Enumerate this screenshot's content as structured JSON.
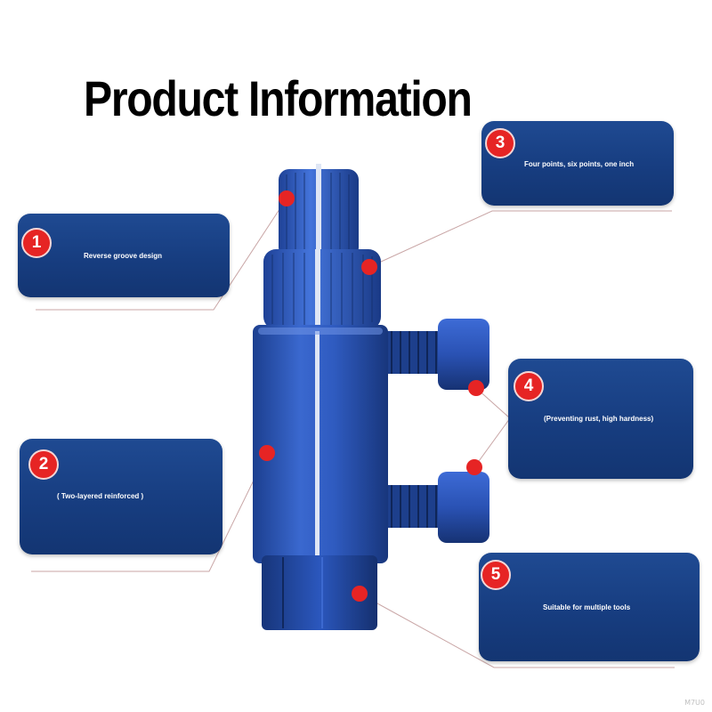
{
  "title": "Product Information",
  "callouts": [
    {
      "number": "1",
      "text": "Reverse groove design"
    },
    {
      "number": "2",
      "text": "( Two-layered reinforced )"
    },
    {
      "number": "3",
      "text": "Four points, six points, one inch"
    },
    {
      "number": "4",
      "text": "(Preventing rust, high hardness)"
    },
    {
      "number": "5",
      "text": "Suitable for multiple tools"
    }
  ],
  "watermark": "M7U0",
  "colors": {
    "card": "#173d80",
    "badge": "#e62424",
    "tool": "#2a55b4",
    "leader": "#c9a6a6"
  }
}
